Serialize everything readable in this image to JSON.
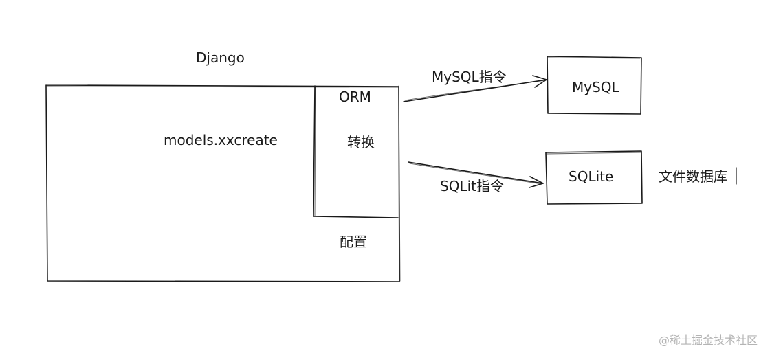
{
  "diagram": {
    "django": {
      "title": "Django",
      "body": "models.xxcreate"
    },
    "orm": {
      "title": "ORM",
      "action": "转换"
    },
    "config": "配置",
    "mysql_command": "MySQL指令",
    "sqlite_command": "SQLit指令",
    "mysql_db": "MySQL",
    "sqlite_db": "SQLite",
    "sqlite_note": "文件数据库"
  },
  "watermark": "@稀土掘金技术社区",
  "colors": {
    "stroke": "#1a1a1a",
    "text": "#1a1a1a",
    "watermark": "#b4b4b4",
    "background": "#ffffff"
  }
}
